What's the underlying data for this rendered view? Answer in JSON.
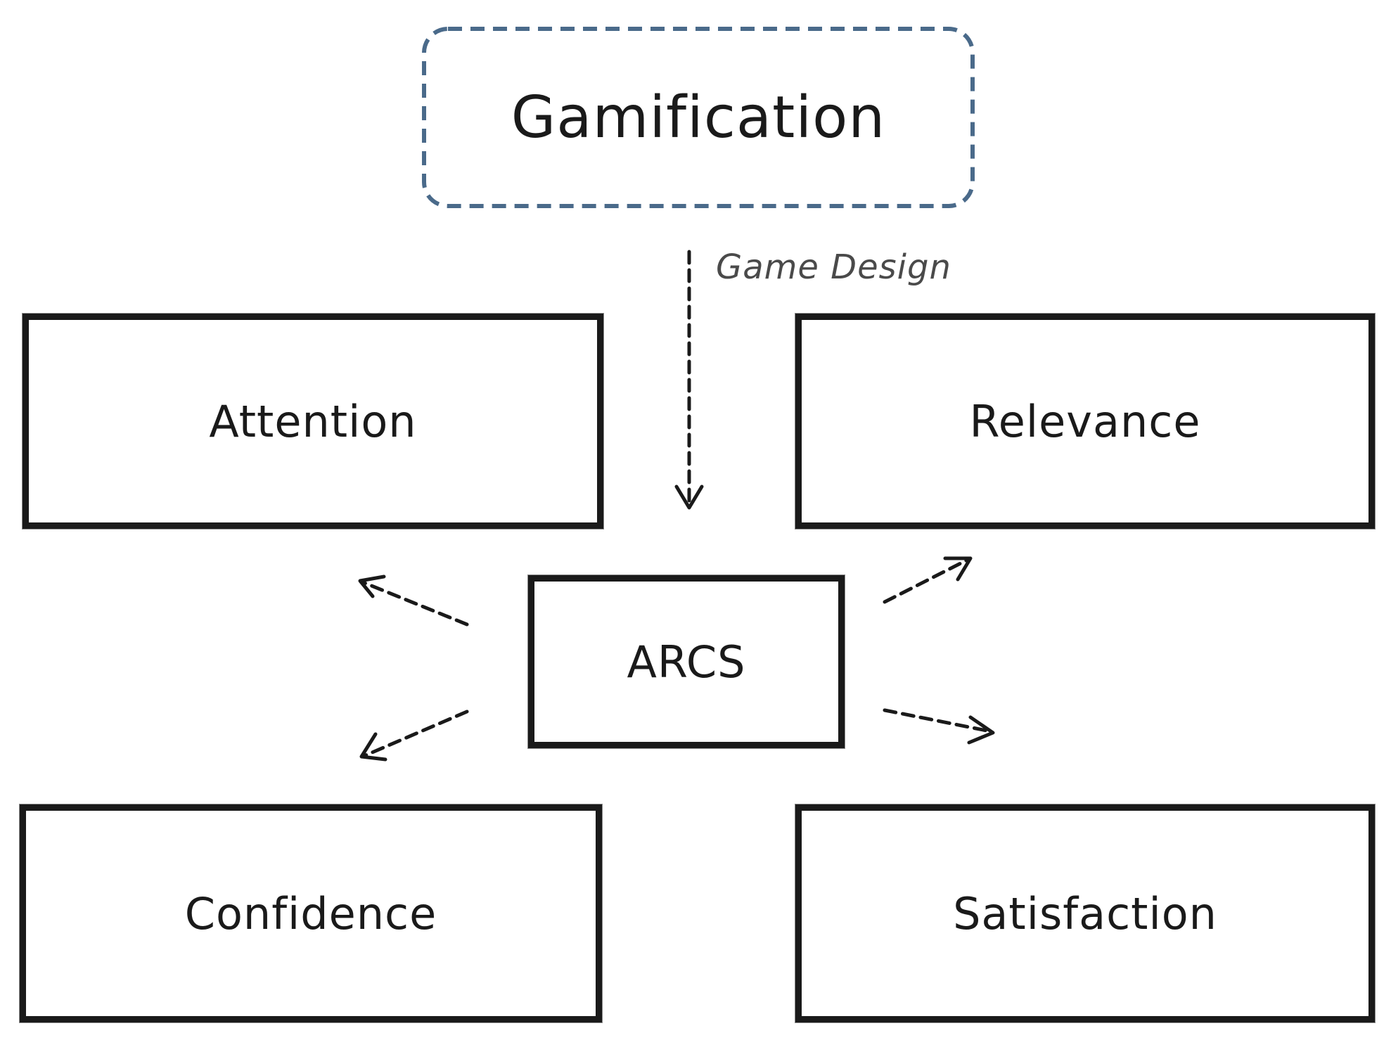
{
  "diagram": {
    "root": {
      "label": "Gamification",
      "border_color": "#4a6a8a"
    },
    "edge_label": "Game Design",
    "center": {
      "label": "ARCS"
    },
    "components": [
      {
        "id": "attention",
        "label": "Attention"
      },
      {
        "id": "relevance",
        "label": "Relevance"
      },
      {
        "id": "confidence",
        "label": "Confidence"
      },
      {
        "id": "satisfaction",
        "label": "Satisfaction"
      }
    ],
    "edges": [
      {
        "from": "Gamification",
        "to": "ARCS",
        "style": "dashed",
        "label": "Game Design"
      },
      {
        "from": "ARCS",
        "to": "Attention",
        "style": "dashed"
      },
      {
        "from": "ARCS",
        "to": "Relevance",
        "style": "dashed"
      },
      {
        "from": "ARCS",
        "to": "Confidence",
        "style": "dashed"
      },
      {
        "from": "ARCS",
        "to": "Satisfaction",
        "style": "dashed"
      }
    ]
  }
}
